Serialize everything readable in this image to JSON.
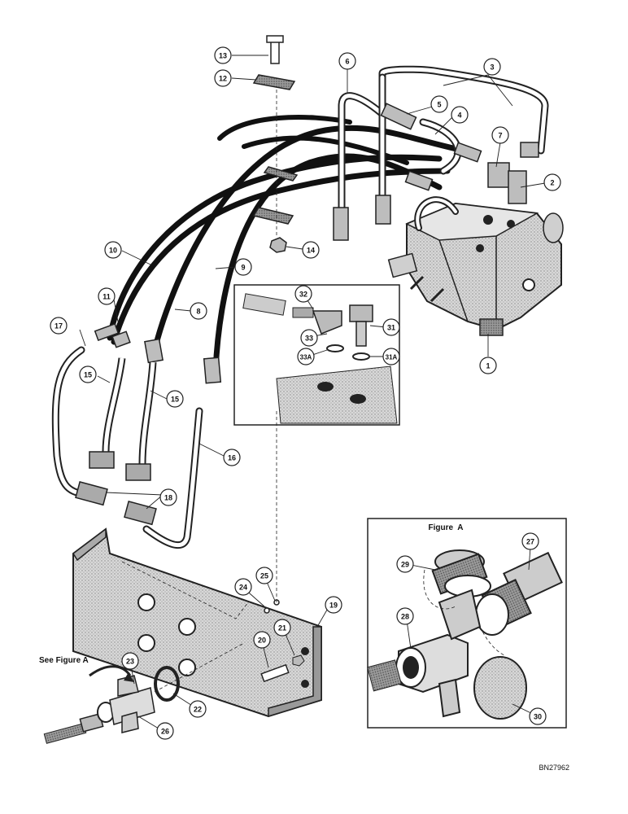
{
  "diagram": {
    "part_labels": {
      "p1": "1",
      "p2": "2",
      "p3": "3",
      "p4": "4",
      "p5": "5",
      "p6": "6",
      "p7": "7",
      "p8": "8",
      "p9": "9",
      "p10": "10",
      "p11": "11",
      "p12": "12",
      "p13": "13",
      "p14": "14",
      "p15a": "15",
      "p15b": "15",
      "p16": "16",
      "p17": "17",
      "p18": "18",
      "p19": "19",
      "p20": "20",
      "p21": "21",
      "p22": "22",
      "p23": "23",
      "p24": "24",
      "p25": "25",
      "p26": "26",
      "p27": "27",
      "p28": "28",
      "p29": "29",
      "p30": "30",
      "p31": "31",
      "p31a": "31A",
      "p32": "32",
      "p33": "33",
      "p33a": "33A"
    },
    "figure_a_caption": "Figure  A",
    "see_figure_a": "See Figure A",
    "reference_code": "BN27962"
  }
}
